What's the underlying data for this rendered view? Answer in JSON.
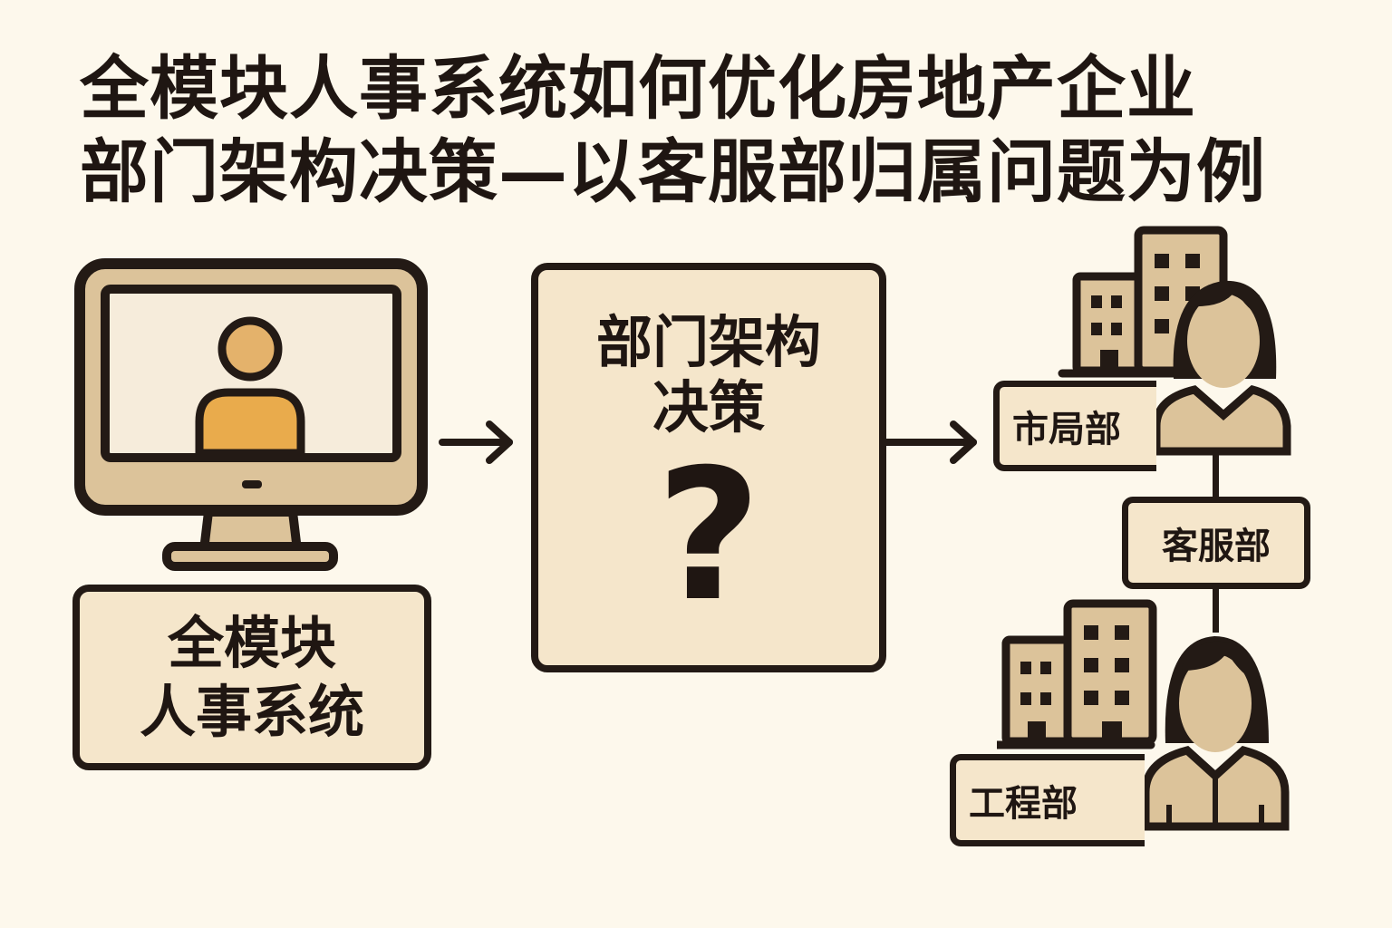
{
  "title": {
    "line1": "全模块人事系统如何优化房地产企业",
    "line2": "部门架构决策—以客服部归属问题为例"
  },
  "hr_system": {
    "icon": "computer-monitor-user-icon",
    "label_line1": "全模块",
    "label_line2": "人事系统"
  },
  "decision": {
    "label_line1": "部门架构",
    "label_line2": "决策",
    "symbol": "?"
  },
  "departments": [
    {
      "name": "市局部",
      "icon": "building-person-icon"
    },
    {
      "name": "客服部"
    },
    {
      "name": "工程部",
      "icon": "building-person-icon"
    }
  ],
  "colors": {
    "background": "#fdf8ec",
    "fill": "#f5e6cb",
    "tan": "#dcc39a",
    "accent_orange": "#e9ab4c",
    "outline": "#231a15"
  }
}
